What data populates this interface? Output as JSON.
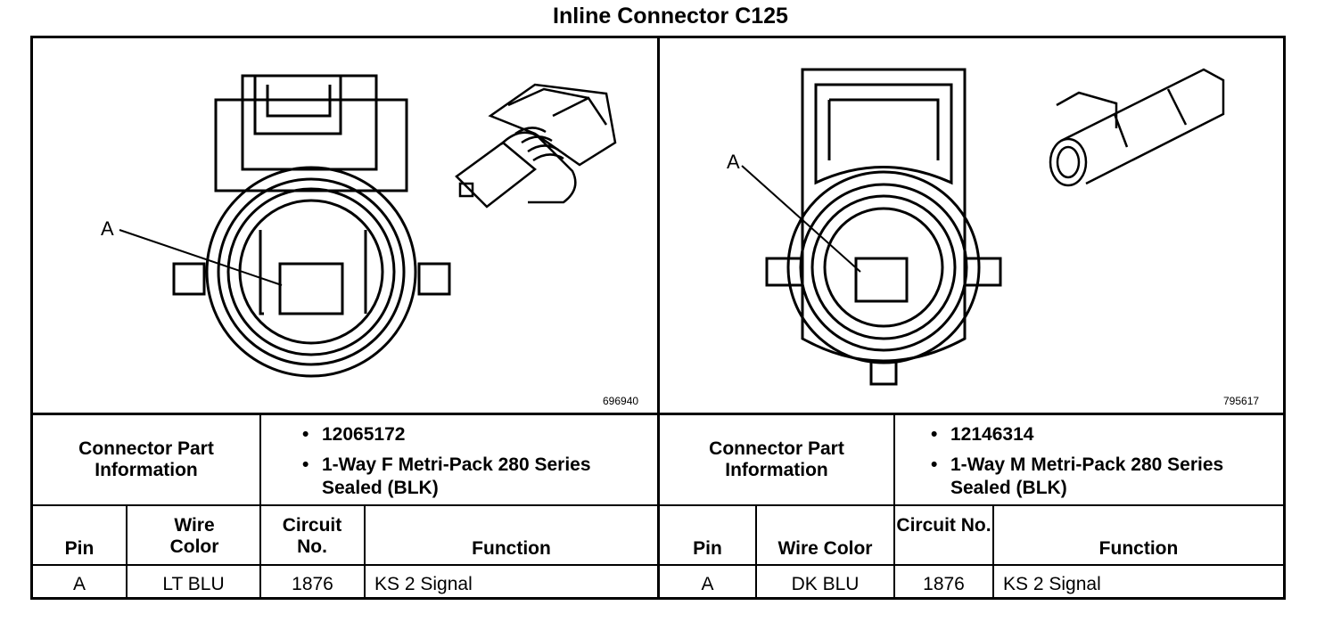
{
  "title": "Inline Connector C125",
  "connectors": [
    {
      "pin_callout": "A",
      "figure_id": "696940",
      "part_info_label": "Connector Part Information",
      "part_number": "12065172",
      "description_line1": "1-Way F Metri-Pack 280 Series",
      "description_line2": "Sealed (BLK)",
      "headers": {
        "pin": "Pin",
        "wire_color": "Wire Color",
        "circuit": "Circuit No.",
        "function": "Function"
      },
      "rows": [
        {
          "pin": "A",
          "wire_color": "LT BLU",
          "circuit": "1876",
          "function": "KS 2 Signal"
        }
      ]
    },
    {
      "pin_callout": "A",
      "figure_id": "795617",
      "part_info_label": "Connector Part Information",
      "part_number": "12146314",
      "description_line1": "1-Way M Metri-Pack 280 Series",
      "description_line2": "Sealed (BLK)",
      "headers": {
        "pin": "Pin",
        "wire_color": "Wire Color",
        "circuit": "Circuit No.",
        "function": "Function"
      },
      "rows": [
        {
          "pin": "A",
          "wire_color": "DK BLU",
          "circuit": "1876",
          "function": "KS 2 Signal"
        }
      ]
    }
  ]
}
